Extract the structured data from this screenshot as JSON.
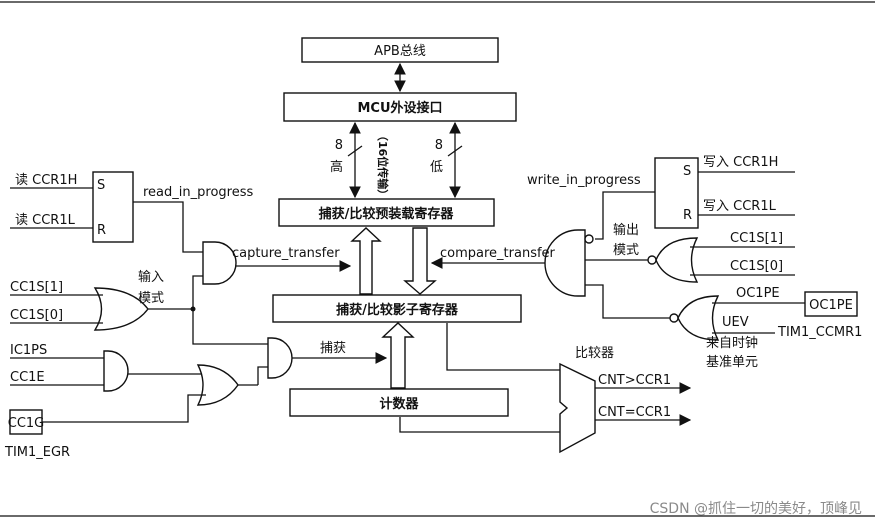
{
  "blocks": {
    "apb_bus": "APB总线",
    "mcu_interface": "MCU外设接口",
    "preload_register": "捕获/比较预装载寄存器",
    "shadow_register": "捕获/比较影子寄存器",
    "counter": "计数器",
    "comparator": "比较器"
  },
  "bus": {
    "width_left": "8",
    "width_right": "8",
    "high_byte": "高",
    "low_byte": "低",
    "transfer_note": "（16位传输）"
  },
  "left_flipflop": {
    "s_pin": "S",
    "r_pin": "R",
    "read_ccr1h": "读 CCR1H",
    "read_ccr1l": "读 CCR1L",
    "output": "read_in_progress"
  },
  "right_flipflop": {
    "s_pin": "S",
    "r_pin": "R",
    "write_ccr1h": "写入 CCR1H",
    "write_ccr1l": "写入 CCR1L",
    "input": "write_in_progress"
  },
  "signals": {
    "capture_transfer": "capture_transfer",
    "compare_transfer": "compare_transfer",
    "input_mode": [
      "输入",
      "模式"
    ],
    "output_mode": [
      "输出",
      "模式"
    ],
    "cc1s1_left": "CC1S[1]",
    "cc1s0_left": "CC1S[0]",
    "cc1s1_right": "CC1S[1]",
    "cc1s0_right": "CC1S[0]",
    "ic1ps": "IC1PS",
    "cc1e": "CC1E",
    "cc1g": "CC1G",
    "tim1_egr": "TIM1_EGR",
    "capture": "捕获",
    "oc1pe_pin": "OC1PE",
    "oc1pe_box": "OC1PE",
    "tim1_ccmr1": "TIM1_CCMR1",
    "uev": "UEV",
    "uev_source": [
      "来自时钟",
      "基准单元"
    ],
    "cnt_gt": "CNT>CCR1",
    "cnt_eq": "CNT=CCR1"
  },
  "watermark": "CSDN @抓住一切的美好，顶峰见"
}
